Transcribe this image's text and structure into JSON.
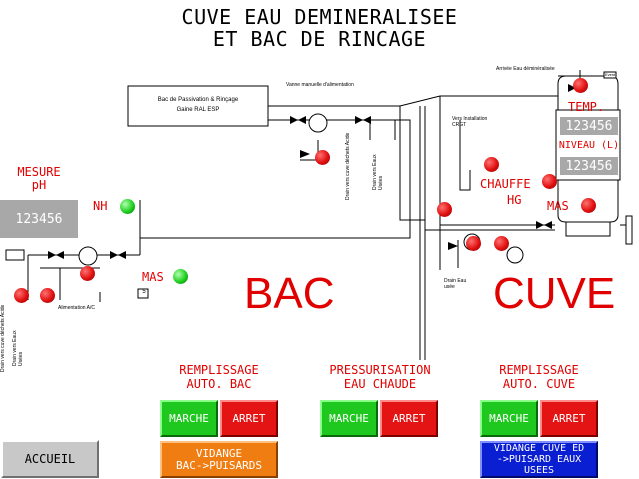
{
  "title": {
    "line1": "CUVE EAU DEMINERALISEE",
    "line2": "ET BAC DE RINCAGE"
  },
  "mesure": {
    "label1": "MESURE",
    "label2": "pH",
    "value": "123456"
  },
  "bac_label": "BAC",
  "cuve_label": "CUVE",
  "indicators": {
    "nh": "NH",
    "mas_bac": "MAS",
    "chauffe": "CHAUFFE",
    "hg": "HG",
    "mas_cuve": "MAS"
  },
  "cuve_panel": {
    "temp_label": "TEMP.",
    "temp_value": "123456",
    "niveau_label": "NIVEAU (L)",
    "niveau_value": "123456"
  },
  "diagram": {
    "bac_box_line1": "Bac de Passivation & Rinçage",
    "bac_box_line2": "Gaine RAL ESP",
    "vanne": "Vanne manuelle d'alimentation",
    "arrivee": "Arrivée Eau déminéralisée",
    "vers_install": "Vers Installation CRGT",
    "drain_dechets_acide": "Drain vers cuve déchets Acide",
    "drain_eaux_usees": "Drain vers Eaux Usées",
    "drain_eau_usee": "Drain Eau usée",
    "alim_ac": "Alimentation A/C",
    "drain_left_cuve": "Drain vers cuve déchets Acide",
    "drain_left_eaux": "Drain vers Eaux Usées",
    "bac_marker": "5",
    "cuve_tag": "Event"
  },
  "groups": {
    "remplissage_bac": {
      "line1": "REMPLISSAGE",
      "line2": "AUTO. BAC",
      "marche": "MARCHE",
      "arret": "ARRET"
    },
    "pressurisation": {
      "line1": "PRESSURISATION",
      "line2": "EAU CHAUDE",
      "marche": "MARCHE",
      "arret": "ARRET"
    },
    "remplissage_cuve": {
      "line1": "REMPLISSAGE",
      "line2": "AUTO. CUVE",
      "marche": "MARCHE",
      "arret": "ARRET"
    }
  },
  "vidange_bac": {
    "line1": "VIDANGE",
    "line2": "BAC->PUISARDS"
  },
  "vidange_cuve": {
    "line1": "VIDANGE CUVE ED",
    "line2": "->PUISARD EAUX",
    "line3": "USEES"
  },
  "accueil": "ACCUEIL",
  "colors": {
    "alarm_red": "#e41414",
    "ok_green": "#1ec81e",
    "label_red": "#e00000",
    "display_grey": "#a8a8a8"
  }
}
